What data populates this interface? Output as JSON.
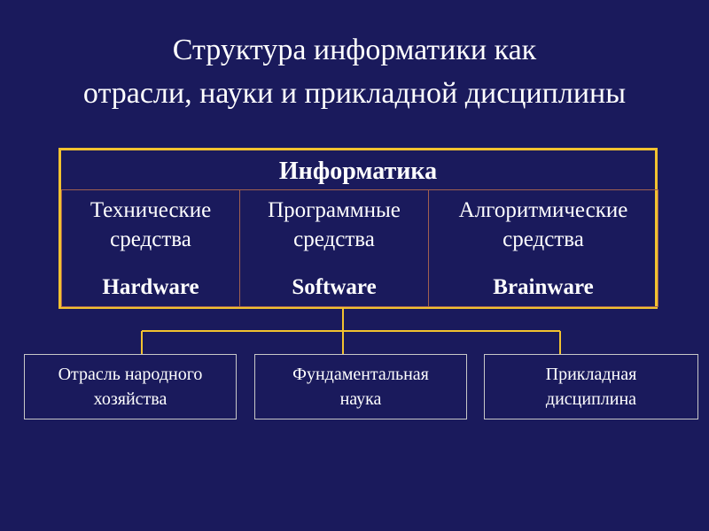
{
  "title": {
    "line1": "Структура информатики как",
    "line2": "отрасли, науки и прикладной дисциплины"
  },
  "main": {
    "header": "Информатика",
    "columns": [
      {
        "line1": "Технические",
        "line2": "средства",
        "english": "Hardware"
      },
      {
        "line1": "Программные",
        "line2": "средства",
        "english": "Software"
      },
      {
        "line1": "Алгоритмические",
        "line2": "средства",
        "english": "Brainware"
      }
    ]
  },
  "branches": [
    {
      "line1": "Отрасль народного",
      "line2": "хозяйства"
    },
    {
      "line1": "Фундаментальная",
      "line2": "наука"
    },
    {
      "line1": "Прикладная",
      "line2": "дисциплина"
    }
  ],
  "colors": {
    "background": "#1a1a5c",
    "accent_border": "#f2c230",
    "inner_border": "#a06050",
    "text": "#ffffff"
  }
}
